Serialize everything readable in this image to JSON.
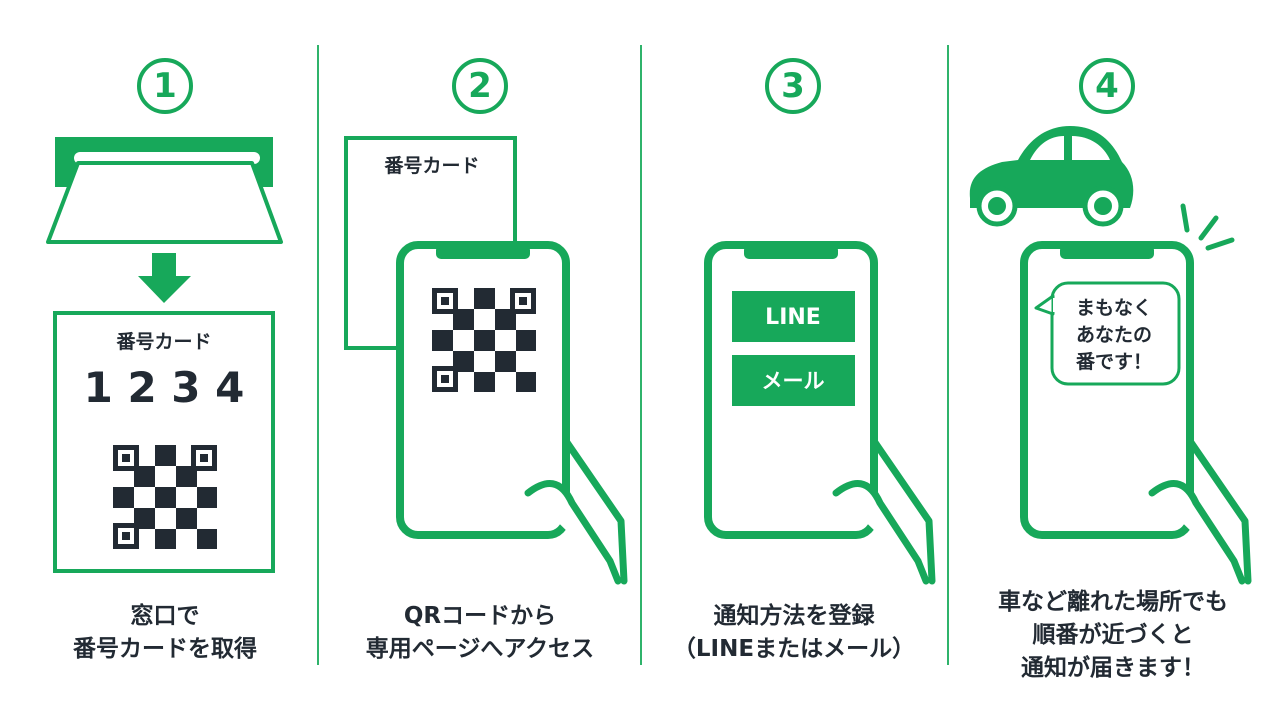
{
  "colors": {
    "accent": "#17a85a",
    "dark": "#222a33",
    "white": "#ffffff"
  },
  "steps": [
    {
      "number": "1",
      "card_label": "番号カード",
      "card_number": "1 2 3 4",
      "caption": [
        "窓口で",
        "番号カードを取得"
      ]
    },
    {
      "number": "2",
      "card_label": "番号カード",
      "caption": [
        "QRコードから",
        "専用ページへアクセス"
      ]
    },
    {
      "number": "3",
      "options": [
        "LINE",
        "メール"
      ],
      "caption": [
        "通知方法を登録",
        "（LINEまたはメール）"
      ]
    },
    {
      "number": "4",
      "bubble": [
        "まもなく",
        "あなたの",
        "番です！"
      ],
      "caption": [
        "車など離れた場所でも",
        "順番が近づくと",
        "通知が届きます！"
      ]
    }
  ],
  "icons": [
    "card-dispenser-icon",
    "down-arrow-icon",
    "qr-code-icon",
    "smartphone-icon",
    "hand-icon",
    "car-icon",
    "alert-lines-icon",
    "speech-bubble-icon"
  ]
}
